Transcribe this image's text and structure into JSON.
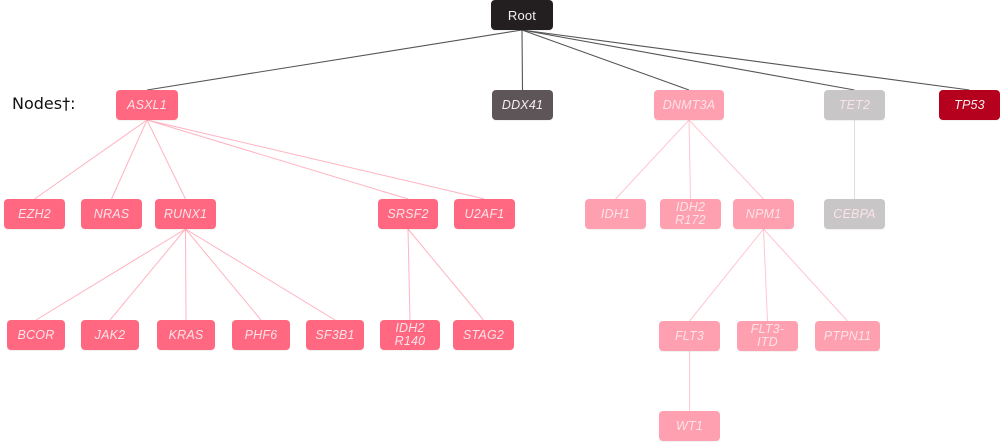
{
  "legend_label": "Nodes†:",
  "colors": {
    "root": "#231f20",
    "ddx41": "#5d5558",
    "asxl1_group": "#ff6880",
    "dnmt3a_group": "#ffa0b0",
    "tet2_group": "#c8c6c7",
    "tp53": "#b5001e",
    "edge_root": "#555555",
    "edge_asxl1": "#ffb3c0",
    "edge_dnmt3a": "#ffc6d0",
    "edge_tet2": "#dedede"
  },
  "nodes": [
    {
      "id": "root",
      "label": "Root",
      "group": "root"
    },
    {
      "id": "asxl1",
      "label": "ASXL1",
      "group": "asxl1_group"
    },
    {
      "id": "ddx41",
      "label": "DDX41",
      "group": "ddx41"
    },
    {
      "id": "dnmt3a",
      "label": "DNMT3A",
      "group": "dnmt3a_group"
    },
    {
      "id": "tet2",
      "label": "TET2",
      "group": "tet2_group"
    },
    {
      "id": "tp53",
      "label": "TP53",
      "group": "tp53"
    },
    {
      "id": "ezh2",
      "label": "EZH2",
      "group": "asxl1_group"
    },
    {
      "id": "nras",
      "label": "NRAS",
      "group": "asxl1_group"
    },
    {
      "id": "runx1",
      "label": "RUNX1",
      "group": "asxl1_group"
    },
    {
      "id": "srsf2",
      "label": "SRSF2",
      "group": "asxl1_group"
    },
    {
      "id": "u2af1",
      "label": "U2AF1",
      "group": "asxl1_group"
    },
    {
      "id": "bcor",
      "label": "BCOR",
      "group": "asxl1_group"
    },
    {
      "id": "jak2",
      "label": "JAK2",
      "group": "asxl1_group"
    },
    {
      "id": "kras",
      "label": "KRAS",
      "group": "asxl1_group"
    },
    {
      "id": "phf6",
      "label": "PHF6",
      "group": "asxl1_group"
    },
    {
      "id": "sf3b1",
      "label": "SF3B1",
      "group": "asxl1_group"
    },
    {
      "id": "idh2_r140",
      "label": "IDH2\nR140",
      "group": "asxl1_group"
    },
    {
      "id": "stag2",
      "label": "STAG2",
      "group": "asxl1_group"
    },
    {
      "id": "idh1",
      "label": "IDH1",
      "group": "dnmt3a_group"
    },
    {
      "id": "idh2_r172",
      "label": "IDH2\nR172",
      "group": "dnmt3a_group"
    },
    {
      "id": "npm1",
      "label": "NPM1",
      "group": "dnmt3a_group"
    },
    {
      "id": "flt3",
      "label": "FLT3",
      "group": "dnmt3a_group"
    },
    {
      "id": "flt3_itd",
      "label": "FLT3-\nITD",
      "group": "dnmt3a_group"
    },
    {
      "id": "ptpn11",
      "label": "PTPN11",
      "group": "dnmt3a_group"
    },
    {
      "id": "wt1",
      "label": "WT1",
      "group": "dnmt3a_group"
    },
    {
      "id": "cebpa",
      "label": "CEBPA",
      "group": "tet2_group"
    }
  ],
  "edges": [
    {
      "from": "root",
      "to": "asxl1",
      "style": "edge_root"
    },
    {
      "from": "root",
      "to": "ddx41",
      "style": "edge_root"
    },
    {
      "from": "root",
      "to": "dnmt3a",
      "style": "edge_root"
    },
    {
      "from": "root",
      "to": "tet2",
      "style": "edge_root"
    },
    {
      "from": "root",
      "to": "tp53",
      "style": "edge_root"
    },
    {
      "from": "asxl1",
      "to": "ezh2",
      "style": "edge_asxl1"
    },
    {
      "from": "asxl1",
      "to": "nras",
      "style": "edge_asxl1"
    },
    {
      "from": "asxl1",
      "to": "runx1",
      "style": "edge_asxl1"
    },
    {
      "from": "asxl1",
      "to": "srsf2",
      "style": "edge_asxl1"
    },
    {
      "from": "asxl1",
      "to": "u2af1",
      "style": "edge_asxl1"
    },
    {
      "from": "runx1",
      "to": "bcor",
      "style": "edge_asxl1"
    },
    {
      "from": "runx1",
      "to": "jak2",
      "style": "edge_asxl1"
    },
    {
      "from": "runx1",
      "to": "kras",
      "style": "edge_asxl1"
    },
    {
      "from": "runx1",
      "to": "phf6",
      "style": "edge_asxl1"
    },
    {
      "from": "runx1",
      "to": "sf3b1",
      "style": "edge_asxl1"
    },
    {
      "from": "srsf2",
      "to": "idh2_r140",
      "style": "edge_asxl1"
    },
    {
      "from": "srsf2",
      "to": "stag2",
      "style": "edge_asxl1"
    },
    {
      "from": "dnmt3a",
      "to": "idh1",
      "style": "edge_dnmt3a"
    },
    {
      "from": "dnmt3a",
      "to": "idh2_r172",
      "style": "edge_dnmt3a"
    },
    {
      "from": "dnmt3a",
      "to": "npm1",
      "style": "edge_dnmt3a"
    },
    {
      "from": "npm1",
      "to": "flt3",
      "style": "edge_dnmt3a"
    },
    {
      "from": "npm1",
      "to": "flt3_itd",
      "style": "edge_dnmt3a"
    },
    {
      "from": "npm1",
      "to": "ptpn11",
      "style": "edge_dnmt3a"
    },
    {
      "from": "flt3",
      "to": "wt1",
      "style": "edge_dnmt3a"
    },
    {
      "from": "tet2",
      "to": "cebpa",
      "style": "edge_tet2"
    }
  ]
}
